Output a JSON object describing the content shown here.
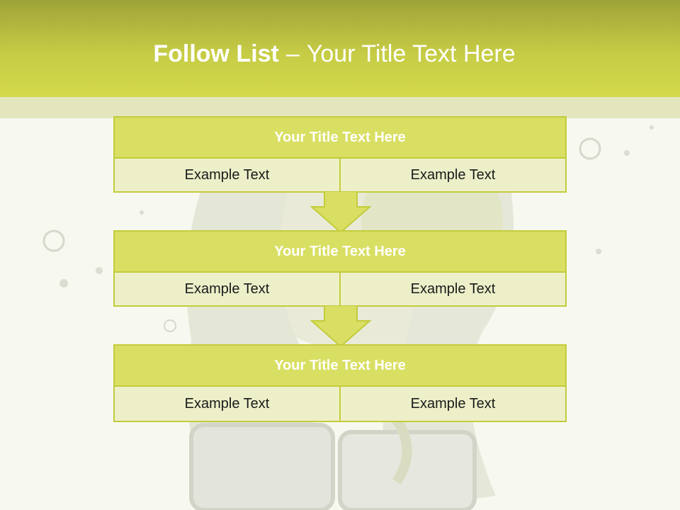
{
  "header": {
    "title_bold": "Follow List",
    "title_sep": "–",
    "title_rest": "Your Title Text Here"
  },
  "colors": {
    "header_top": "#9ea337",
    "header_bottom": "#d3d94a",
    "block_title_bg": "#d9df62",
    "block_cell_bg": "#edefc9",
    "border": "#c3cc3c"
  },
  "blocks": [
    {
      "title": "Your Title Text Here",
      "left": "Example Text",
      "right": "Example Text"
    },
    {
      "title": "Your Title Text Here",
      "left": "Example Text",
      "right": "Example Text"
    },
    {
      "title": "Your Title Text Here",
      "left": "Example Text",
      "right": "Example Text"
    }
  ]
}
